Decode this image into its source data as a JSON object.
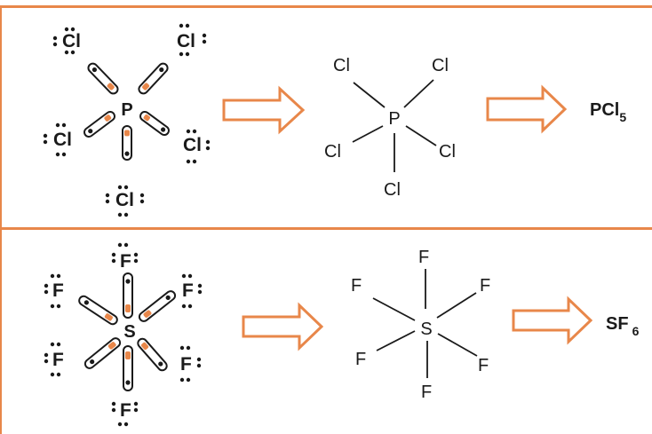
{
  "colors": {
    "accent": "#e8874a",
    "text": "#1a1a1a",
    "bond_fill": "#ffffff",
    "electron_fill": "#e8874a"
  },
  "pcl5": {
    "lewis": {
      "central": "P",
      "ligands": [
        {
          "label": "Cl",
          "name": "cl-top-left"
        },
        {
          "label": "Cl",
          "name": "cl-top-right"
        },
        {
          "label": "Cl",
          "name": "cl-mid-left"
        },
        {
          "label": "Cl",
          "name": "cl-mid-right"
        },
        {
          "label": "Cl",
          "name": "cl-bottom"
        }
      ]
    },
    "structure": {
      "central": "P",
      "ligands": [
        "Cl",
        "Cl",
        "Cl",
        "Cl",
        "Cl"
      ]
    },
    "formula": {
      "main": "PCl",
      "sub": "5"
    }
  },
  "sf6": {
    "lewis": {
      "central": "S",
      "ligands": [
        {
          "label": "F",
          "name": "f-top"
        },
        {
          "label": "F",
          "name": "f-upper-left"
        },
        {
          "label": "F",
          "name": "f-upper-right"
        },
        {
          "label": "F",
          "name": "f-lower-left"
        },
        {
          "label": "F",
          "name": "f-lower-right"
        },
        {
          "label": "F",
          "name": "f-bottom"
        }
      ]
    },
    "structure": {
      "central": "S",
      "ligands": [
        "F",
        "F",
        "F",
        "F",
        "F",
        "F"
      ]
    },
    "formula": {
      "main": "SF",
      "sub": "6"
    }
  },
  "icons": [
    "arrow-right-icon",
    "arrow-right-icon",
    "arrow-right-icon",
    "arrow-right-icon"
  ]
}
